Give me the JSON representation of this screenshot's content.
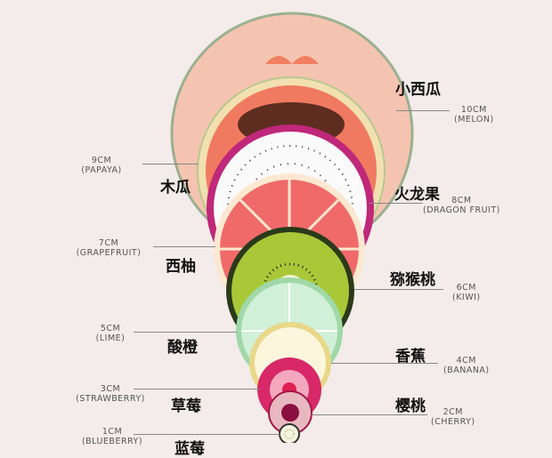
{
  "fruits": [
    {
      "cn": "小西瓜",
      "size": "10CM",
      "en": "(MELON)",
      "color": "#f2b0a0"
    },
    {
      "cn": "木瓜",
      "size": "9CM",
      "en": "(PAPAYA)",
      "color": "#f08a6a"
    },
    {
      "cn": "火龙果",
      "size": "8CM",
      "en": "(DRAGON FRUIT)",
      "color": "#c0287a"
    },
    {
      "cn": "西柚",
      "size": "7CM",
      "en": "(GRAPEFRUIT)",
      "color": "#f06a6a"
    },
    {
      "cn": "猕猴桃",
      "size": "6CM",
      "en": "(KIWI)",
      "color": "#a8c838"
    },
    {
      "cn": "酸橙",
      "size": "5CM",
      "en": "(LIME)",
      "color": "#c8ecd0"
    },
    {
      "cn": "香蕉",
      "size": "4CM",
      "en": "(BANANA)",
      "color": "#f8f0c8"
    },
    {
      "cn": "草莓",
      "size": "3CM",
      "en": "(STRAWBERRY)",
      "color": "#d82868"
    },
    {
      "cn": "樱桃",
      "size": "2CM",
      "en": "(CHERRY)",
      "color": "#a01848"
    },
    {
      "cn": "蓝莓",
      "size": "1CM",
      "en": "(BLUEBERRY)",
      "color": "#c8d8a0"
    }
  ]
}
